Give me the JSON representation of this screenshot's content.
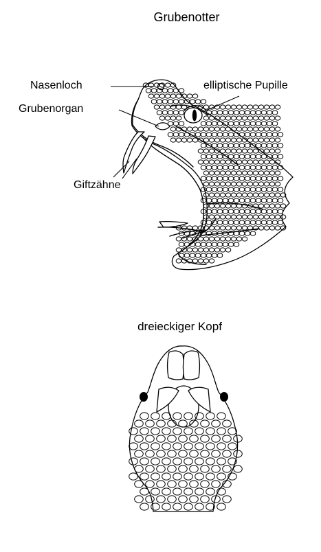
{
  "figure": {
    "title": "Grubenotter",
    "labels": {
      "nostril": "Nasenloch",
      "pit_organ": "Grubenorgan",
      "elliptic_pupil": "elliptische Pupille",
      "fangs": "Giftzähne"
    },
    "top_view_caption": "dreieckiger Kopf"
  },
  "colors": {
    "line": "#000000",
    "background": "#ffffff"
  }
}
